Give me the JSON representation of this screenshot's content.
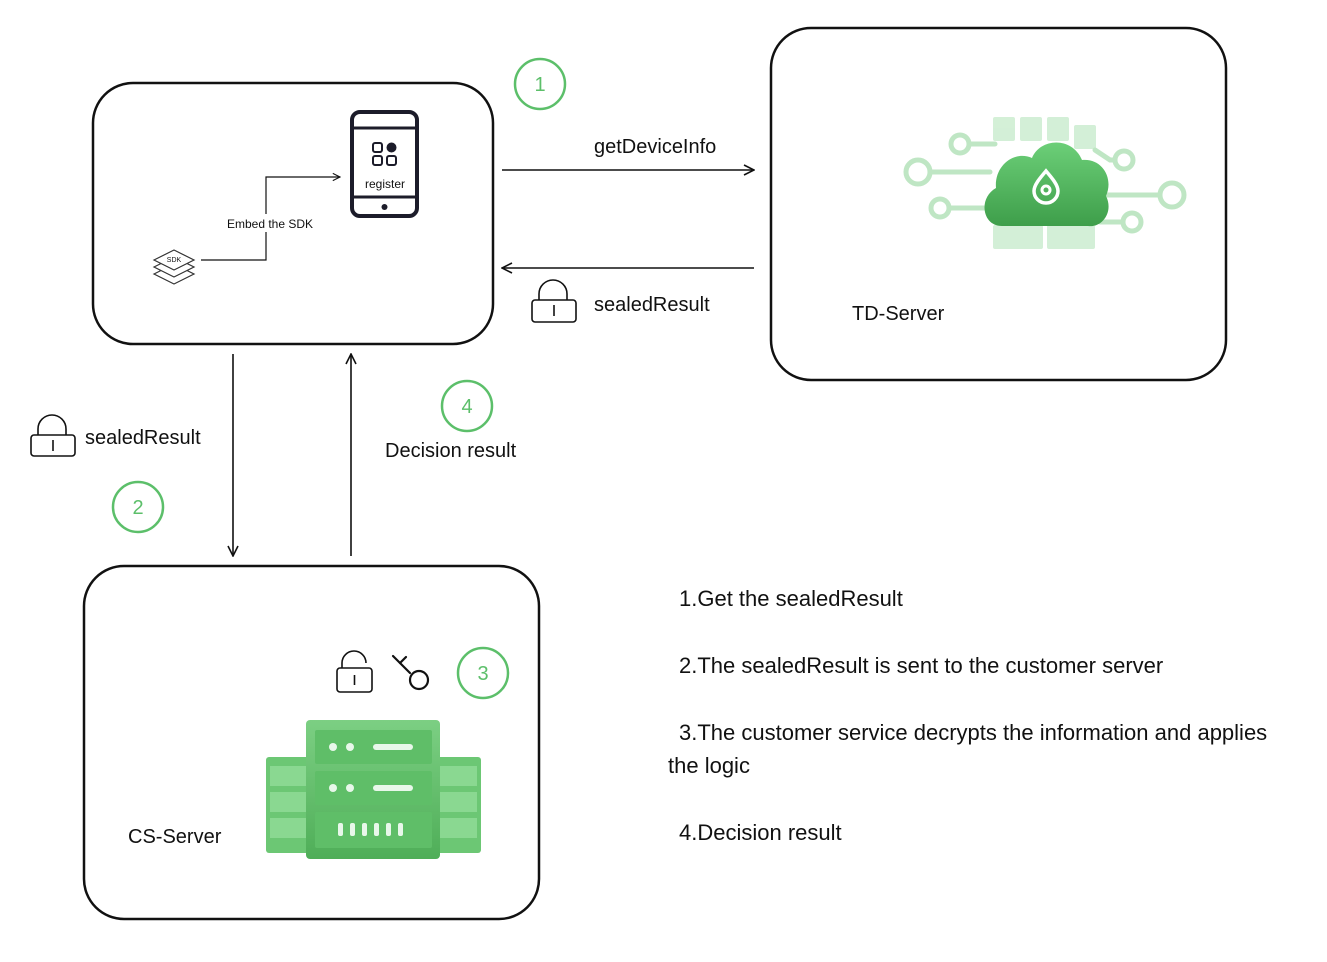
{
  "app_box": {
    "phone_label": "register",
    "embed_label": "Embed the SDK",
    "sdk_label": "SDK"
  },
  "td_server": {
    "label": "TD-Server"
  },
  "cs_server": {
    "label": "CS-Server"
  },
  "flows": {
    "get_device_info": "getDeviceInfo",
    "sealed_result_from_td": "sealedResult",
    "sealed_result_to_cs": "sealedResult",
    "decision_result": "Decision result"
  },
  "step_badges": [
    "1",
    "2",
    "3",
    "4"
  ],
  "steps": [
    "1.Get the sealedResult",
    "2.The sealedResult is sent to the customer server",
    "3.The customer service decrypts the information and applies the logic",
    "4.Decision result"
  ],
  "colors": {
    "accent_green": "#5cbf6a",
    "server_green": "#4caf50",
    "box_stroke": "#111111"
  }
}
